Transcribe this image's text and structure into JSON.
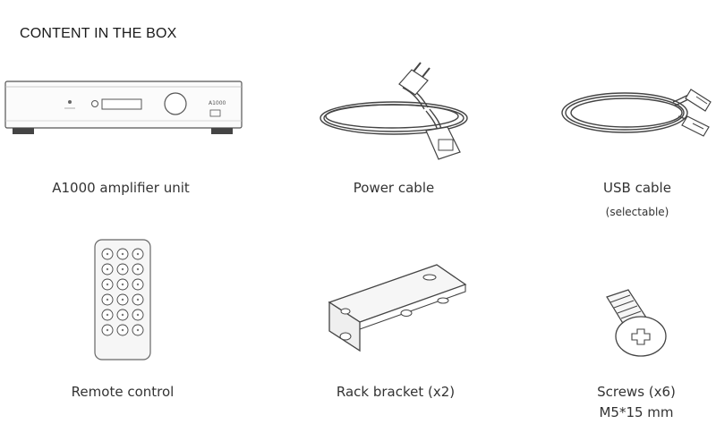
{
  "header": {
    "title": "CONTENT IN THE BOX"
  },
  "items": [
    {
      "label": "A1000 amplifier unit",
      "icon": "amplifier-icon",
      "device_mark": "A1000"
    },
    {
      "label": "Power cable",
      "icon": "power-cable-icon"
    },
    {
      "label": "USB cable",
      "note": "(selectable)",
      "icon": "usb-cable-icon"
    },
    {
      "label": "Remote control",
      "icon": "remote-control-icon"
    },
    {
      "label": "Rack bracket (x2)",
      "icon": "rack-bracket-icon"
    },
    {
      "label": "Screws (x6)",
      "note": "M5*15 mm",
      "icon": "screw-icon"
    }
  ],
  "colors": {
    "line": "#555555",
    "fill": "#f4f4f4",
    "text": "#333333"
  }
}
